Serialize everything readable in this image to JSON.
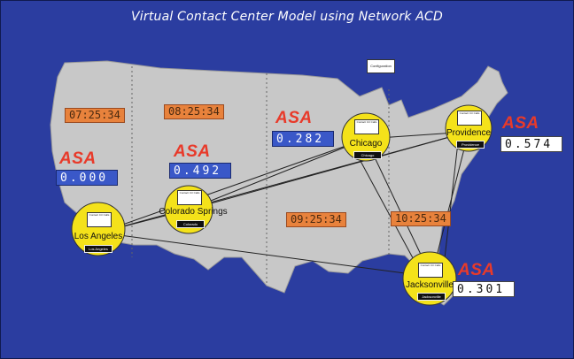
{
  "title": "Virtual Contact Center Model using Network ACD",
  "colors": {
    "background": "#2b3da0",
    "map": "#c8c8c8",
    "site": "#f4e21a",
    "asa_label": "#e83a2a",
    "time_box": "#e8823c",
    "asa_dark_box": "#3a58c8"
  },
  "legend_box": {
    "text": "Configuration"
  },
  "time_zones": [
    {
      "id": "pacific",
      "time": "07:25:34"
    },
    {
      "id": "mountain",
      "time": "08:25:34"
    },
    {
      "id": "central",
      "time": "09:25:34"
    },
    {
      "id": "eastern",
      "time": "10:25:34"
    }
  ],
  "asa": [
    {
      "id": "west",
      "label": "ASA",
      "value": "0.000"
    },
    {
      "id": "mountain",
      "label": "ASA",
      "value": "0.492"
    },
    {
      "id": "central",
      "label": "ASA",
      "value": "0.282"
    },
    {
      "id": "providence",
      "label": "ASA",
      "value": "0.574"
    },
    {
      "id": "jacksonville",
      "label": "ASA",
      "value": "0.301"
    }
  ],
  "sites": [
    {
      "id": "los-angeles",
      "name": "Los Angeles",
      "card": "Contact Ctr Calls",
      "tag": "Los Angeles"
    },
    {
      "id": "colorado-springs",
      "name": "Colorado Springs",
      "card": "Contact Ctr Calls",
      "tag": "Colorado Springs"
    },
    {
      "id": "chicago",
      "name": "Chicago",
      "card": "Contact Ctr Calls",
      "tag": "Chicago"
    },
    {
      "id": "providence",
      "name": "Providence",
      "card": "Contact Ctr Calls",
      "tag": "Providence"
    },
    {
      "id": "jacksonville",
      "name": "Jacksonville",
      "card": "Contact Ctr Calls",
      "tag": "Jacksonville"
    }
  ]
}
